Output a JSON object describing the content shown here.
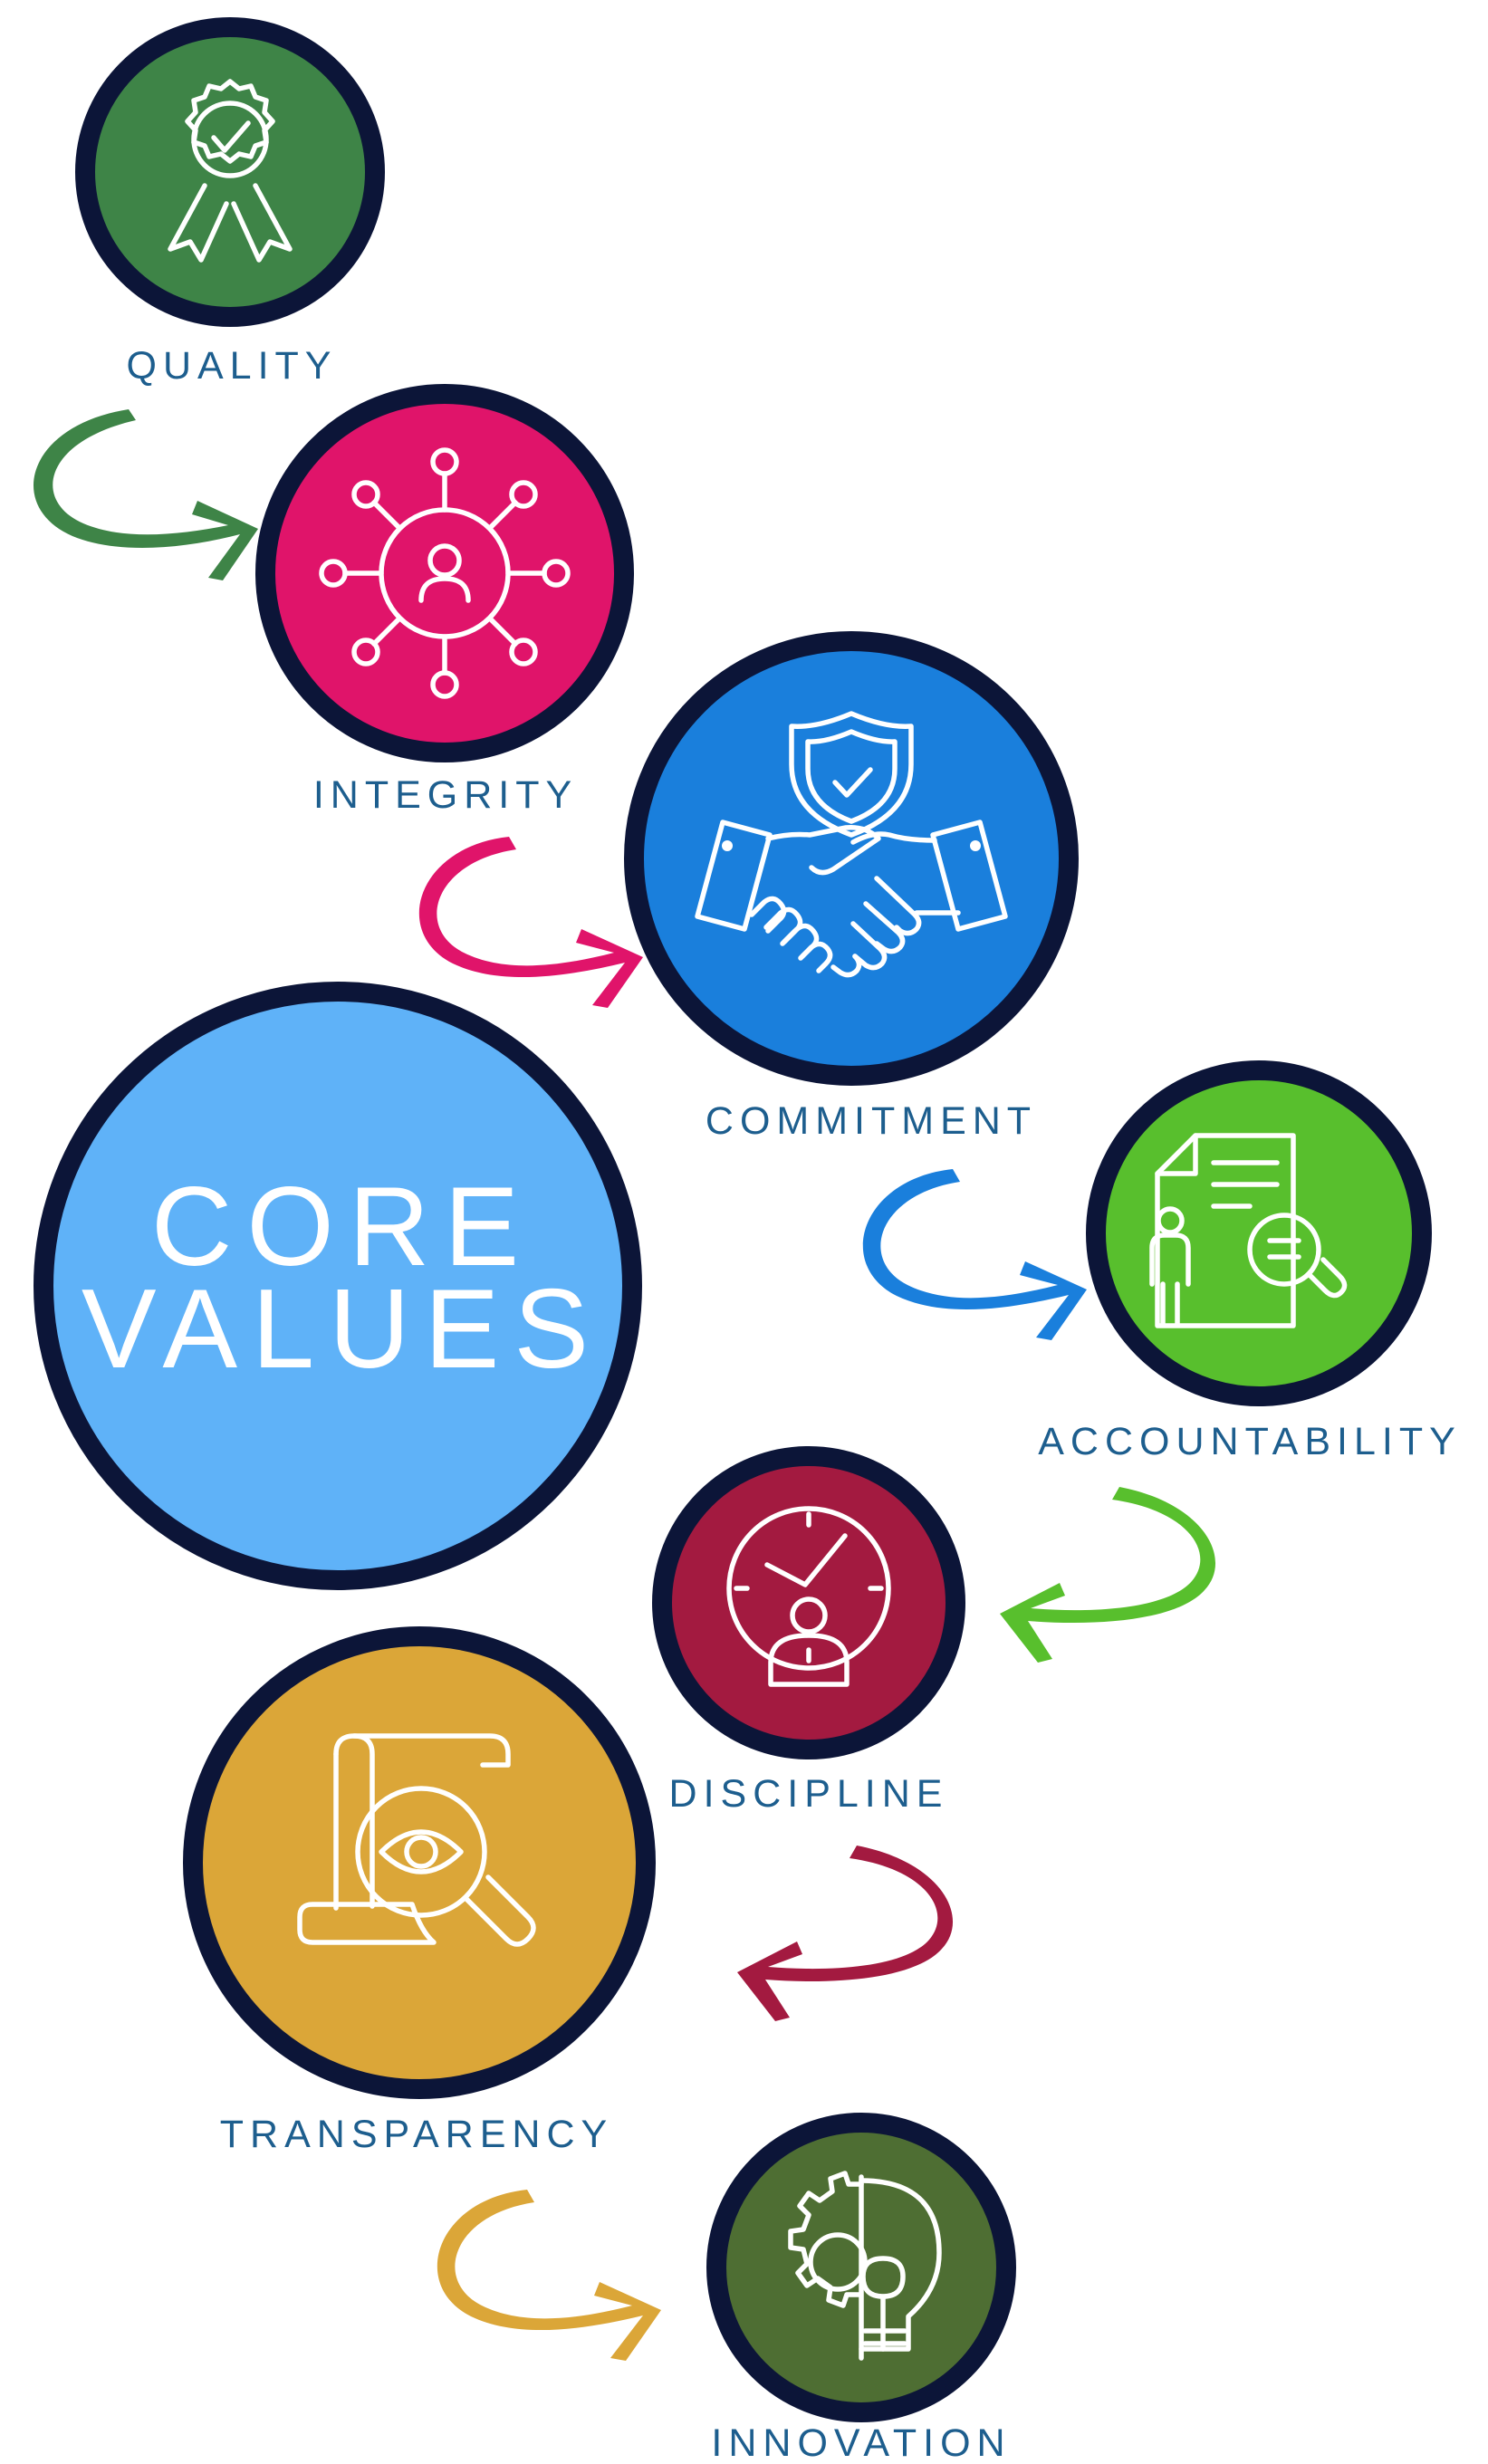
{
  "title_line1": "CORE",
  "title_line2": "VALUES",
  "values": [
    {
      "label": "QUALITY",
      "color": "#3e8447",
      "icon": "award-ribbon-icon"
    },
    {
      "label": "INTEGRITY",
      "color": "#e0146a",
      "icon": "network-person-icon"
    },
    {
      "label": "COMMITMENT",
      "color": "#1a7fdc",
      "icon": "handshake-shield-icon"
    },
    {
      "label": "ACCOUNTABILITY",
      "color": "#58bf2d",
      "icon": "document-magnifier-person-icon"
    },
    {
      "label": "DISCIPLINE",
      "color": "#a31a40",
      "icon": "clock-person-icon"
    },
    {
      "label": "TRANSPARENCY",
      "color": "#dba638",
      "icon": "scroll-eye-magnifier-icon"
    },
    {
      "label": "INNOVATION",
      "color": "#4e6e33",
      "icon": "gear-lightbulb-icon"
    }
  ],
  "colors": {
    "ring": "#0c1538",
    "core_fill": "#5fb2f8",
    "label_text": "#1d5e8e",
    "background": "#ffffff"
  }
}
